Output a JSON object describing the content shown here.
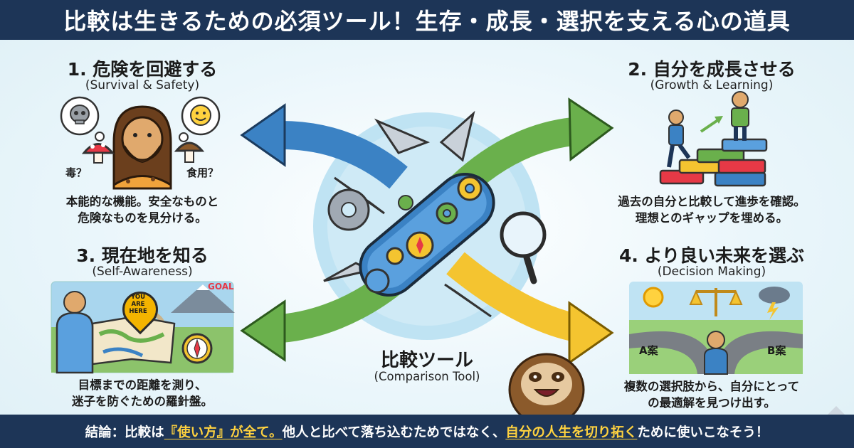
{
  "header": {
    "title": "比較は生きるための必須ツール！生存・成長・選択を支える心の道具"
  },
  "sections": [
    {
      "title": "1. 危険を回避する",
      "subtitle": "(Survival & Safety)",
      "labels": [
        "毒？",
        "食用？"
      ],
      "desc": [
        "本能的な機能。安全なものと",
        "危険なものを見分ける。"
      ]
    },
    {
      "title": "2. 自分を成長させる",
      "subtitle": "(Growth & Learning)",
      "labels": [],
      "desc": [
        "過去の自分と比較して進歩を確認。",
        "理想とのギャップを埋める。"
      ]
    },
    {
      "title": "3. 現在地を知る",
      "subtitle": "(Self-Awareness)",
      "labels": [
        "YOU",
        "ARE",
        "HERE",
        "GOAL"
      ],
      "desc": [
        "目標までの距離を測り、",
        "迷子を防ぐための羅針盤。"
      ]
    },
    {
      "title": "4. より良い未来を選ぶ",
      "subtitle": "(Decision Making)",
      "labels": [
        "A案",
        "B案"
      ],
      "desc": [
        "複数の選択肢から、自分にとって",
        "の最適解を見つけ出す。"
      ]
    }
  ],
  "center": {
    "title": "比較ツール",
    "subtitle": "(Comparison Tool)"
  },
  "footer": {
    "prefix": "結論：比較は",
    "highlight1": "『使い方』が全て。",
    "middle": "他人と比べて落ち込むためではなく、",
    "highlight2": "自分の人生を切り拓く",
    "suffix": "ために使いこなそう！"
  },
  "colors": {
    "navy": "#1d3557",
    "arrow_blue": "#3b82c4",
    "arrow_green": "#6ab04c",
    "arrow_yellow": "#f4c430",
    "highlight": "#ffd23f"
  },
  "icons": [
    "skull-icon",
    "smiley-icon",
    "mushroom-icon",
    "caveman-icon",
    "books-icon",
    "map-icon",
    "compass-icon",
    "mountain-icon",
    "sun-icon",
    "cloud-icon",
    "scales-icon",
    "road-icon",
    "swiss-knife-icon",
    "gear-icon",
    "magnifier-icon",
    "sloth-icon"
  ]
}
